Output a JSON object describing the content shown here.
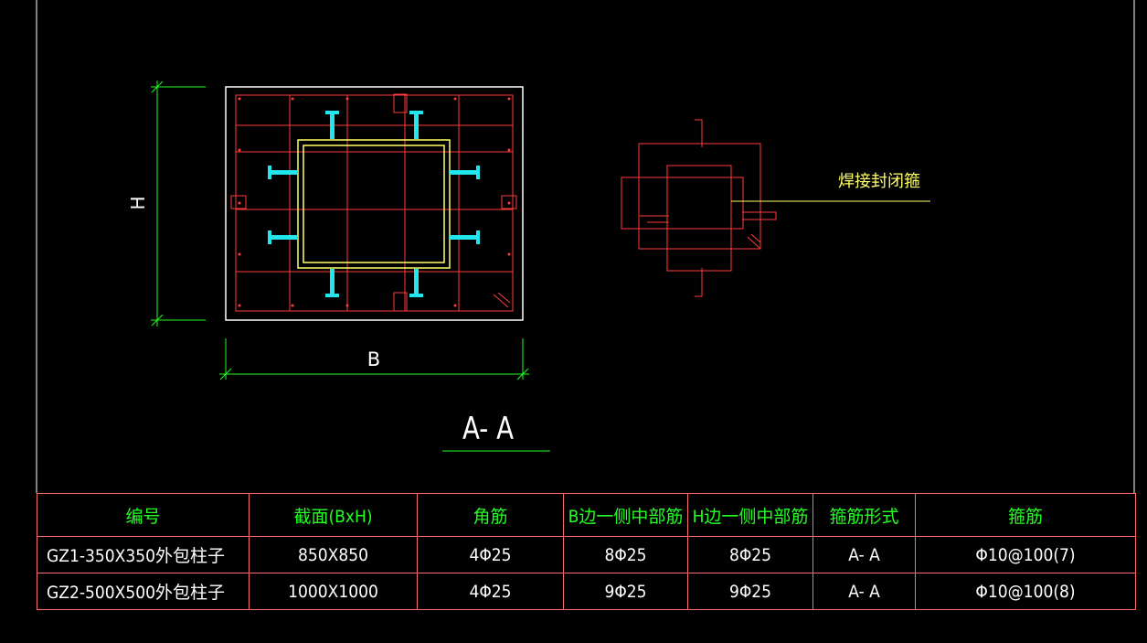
{
  "section": {
    "dimension_h": "H",
    "dimension_b": "B",
    "title": "A- A"
  },
  "stirrup_detail": {
    "label": "焊接封闭箍"
  },
  "table": {
    "headers": [
      "编号",
      "截面(BxH)",
      "角筋",
      "B边一侧中部筋",
      "H边一侧中部筋",
      "箍筋形式",
      "箍筋"
    ],
    "rows": [
      [
        "GZ1-350X350外包柱子",
        "850X850",
        "4Φ25",
        "8Φ25",
        "8Φ25",
        "A- A",
        "Φ10@100(7)"
      ],
      [
        "GZ2-500X500外包柱子",
        "1000X1000",
        "4Φ25",
        "9Φ25",
        "9Φ25",
        "A- A",
        "Φ10@100(8)"
      ]
    ]
  },
  "colors": {
    "background": "#000000",
    "outline": "#ffffff",
    "rebar": "#ff3b3b",
    "dimension": "#22ff22",
    "steel_core": "#ffff66",
    "studs": "#22e6ee",
    "header_text": "#22ff22"
  }
}
